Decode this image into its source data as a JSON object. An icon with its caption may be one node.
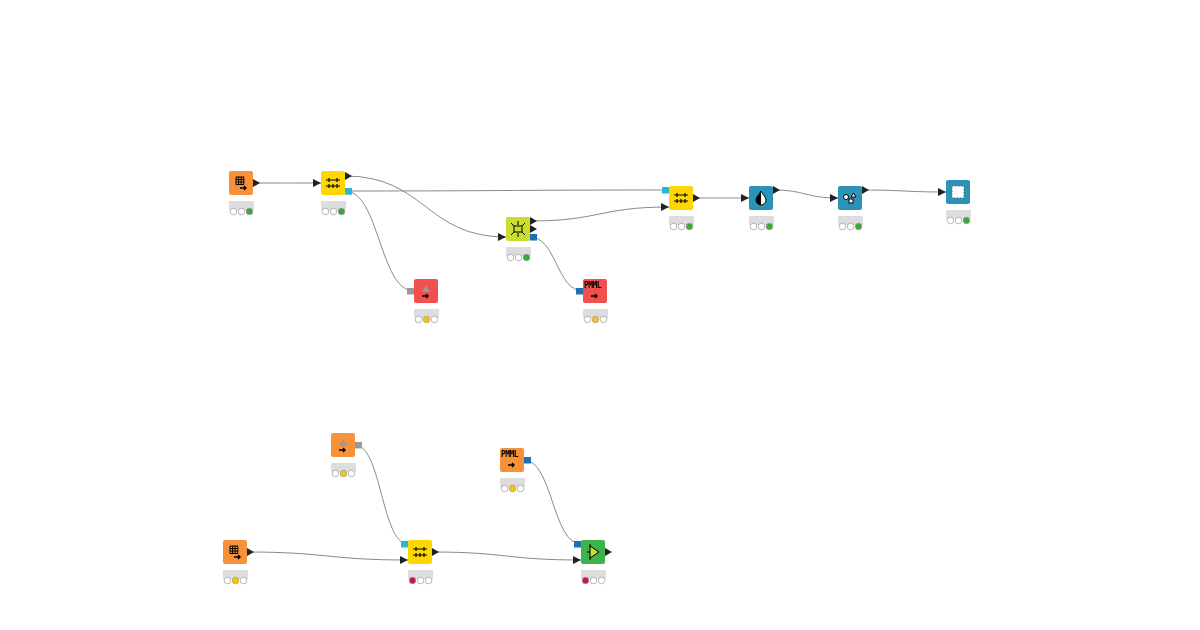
{
  "diagram": {
    "nodes": [
      {
        "text": [],
        "shape": "box"
      },
      {
        "text": [],
        "shape": "box"
      },
      {
        "text": [],
        "shape": "box"
      },
      {
        "text": [],
        "shape": "box"
      },
      {
        "text": [
          "PMML"
        ]
      },
      {
        "text": [],
        "shape": "box"
      },
      {
        "text": [],
        "shape": "box"
      },
      {
        "text": [],
        "shape": "box"
      },
      {
        "text": [],
        "shape": "box"
      },
      {
        "text": [],
        "shape": "box"
      },
      {
        "text": [
          "PMML"
        ]
      },
      {
        "text": [],
        "shape": "box"
      },
      {
        "text": [],
        "shape": "box"
      },
      {
        "text": [],
        "shape": "box"
      }
    ],
    "edges": [
      {
        "from": 0,
        "to": 1,
        "arrow": "to"
      },
      {
        "from": 1,
        "to": 2,
        "arrow": "to"
      },
      {
        "from": 1,
        "to": 5,
        "arrow": "other"
      },
      {
        "from": 1,
        "to": 3,
        "arrow": "other"
      },
      {
        "from": 2,
        "to": 5,
        "arrow": "to"
      },
      {
        "from": 2,
        "to": 4,
        "arrow": "other"
      },
      {
        "from": 5,
        "to": 6,
        "arrow": "to"
      },
      {
        "from": 6,
        "to": 7,
        "arrow": "to"
      },
      {
        "from": 7,
        "to": 8,
        "arrow": "to"
      },
      {
        "from": 9,
        "to": 12,
        "arrow": "other"
      },
      {
        "from": 11,
        "to": 12,
        "arrow": "to"
      },
      {
        "from": 12,
        "to": 13,
        "arrow": "to"
      },
      {
        "from": 10,
        "to": 13,
        "arrow": "other"
      }
    ]
  }
}
